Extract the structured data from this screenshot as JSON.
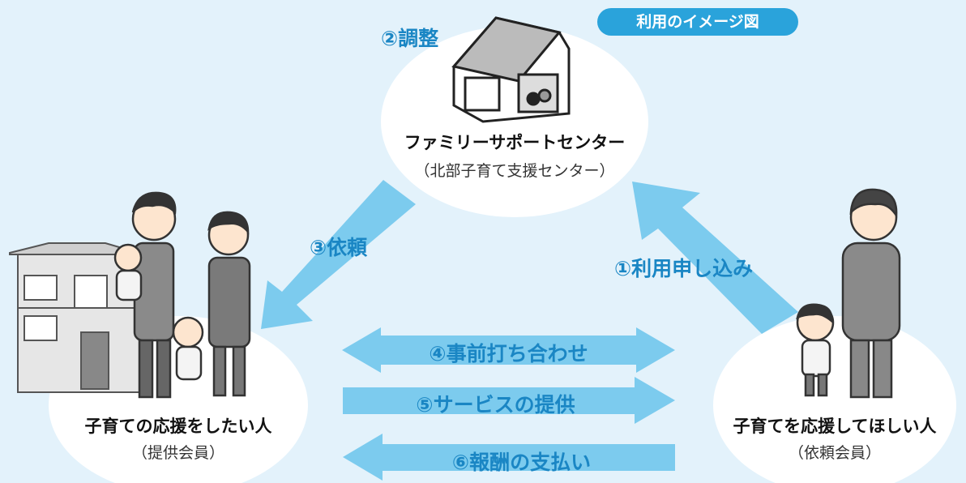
{
  "badge": "利用のイメージ図",
  "center": {
    "name": "ファミリーサポートセンター",
    "sub": "（北部子育て支援センター）"
  },
  "provider": {
    "name": "子育ての応援をしたい人",
    "sub": "（提供会員）"
  },
  "requester": {
    "name": "子育てを応援してほしい人",
    "sub": "（依頼会員）"
  },
  "steps": {
    "s1": "①利用申し込み",
    "s2": "②調整",
    "s3": "③依頼",
    "s4": "④事前打ち合わせ",
    "s5": "⑤サービスの提供",
    "s6": "⑥報酬の支払い"
  },
  "colors": {
    "background": "#e3f2fb",
    "arrow": "#7ccbee",
    "label": "#1a86c4",
    "badge": "#2aa3db",
    "ellipse": "#ffffff"
  }
}
